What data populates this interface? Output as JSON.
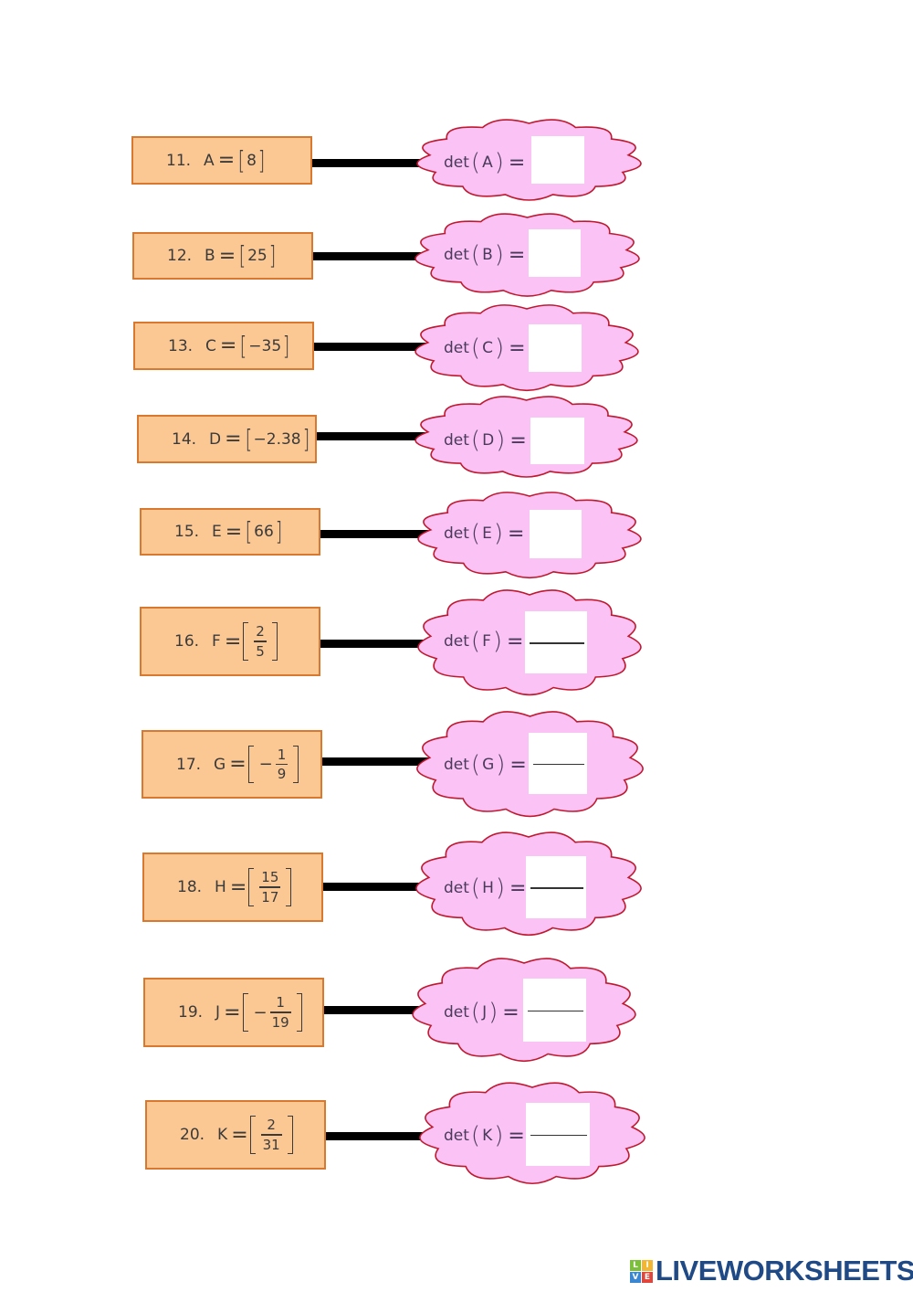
{
  "colors": {
    "question_fill": "#fbc894",
    "question_border": "#d9782f",
    "cloud_fill": "#fbc3f5",
    "cloud_stroke": "#c0182f",
    "connector": "#000000",
    "logo_text": "#1f4a86"
  },
  "det_label": "det",
  "equals": "=",
  "questions": [
    {
      "num": "11.",
      "var": "A",
      "type": "scalar",
      "neg": "",
      "value": "8"
    },
    {
      "num": "12.",
      "var": "B",
      "type": "scalar",
      "neg": "",
      "value": "25"
    },
    {
      "num": "13.",
      "var": "C",
      "type": "scalar",
      "neg": "",
      "value": "−35"
    },
    {
      "num": "14.",
      "var": "D",
      "type": "scalar",
      "neg": "",
      "value": "−2.38"
    },
    {
      "num": "15.",
      "var": "E",
      "type": "scalar",
      "neg": "",
      "value": "66"
    },
    {
      "num": "16.",
      "var": "F",
      "type": "fraction",
      "neg": "",
      "numerator": "2",
      "denominator": "5"
    },
    {
      "num": "17.",
      "var": "G",
      "type": "fraction",
      "neg": "−",
      "numerator": "1",
      "denominator": "9"
    },
    {
      "num": "18.",
      "var": "H",
      "type": "fraction",
      "neg": "",
      "numerator": "15",
      "denominator": "17"
    },
    {
      "num": "19.",
      "var": "J",
      "type": "fraction",
      "neg": "−",
      "numerator": "1",
      "denominator": "19"
    },
    {
      "num": "20.",
      "var": "K",
      "type": "fraction",
      "neg": "",
      "numerator": "2",
      "denominator": "31"
    }
  ],
  "answers": [
    "",
    "",
    "",
    "",
    "",
    "",
    "",
    "",
    "",
    ""
  ],
  "logo": {
    "tiles": [
      {
        "letter": "L",
        "color": "#7cbf3c"
      },
      {
        "letter": "I",
        "color": "#f2b632"
      },
      {
        "letter": "V",
        "color": "#3a86d0"
      },
      {
        "letter": "E",
        "color": "#e2453c"
      }
    ],
    "text": "LIVEWORKSHEETS"
  }
}
